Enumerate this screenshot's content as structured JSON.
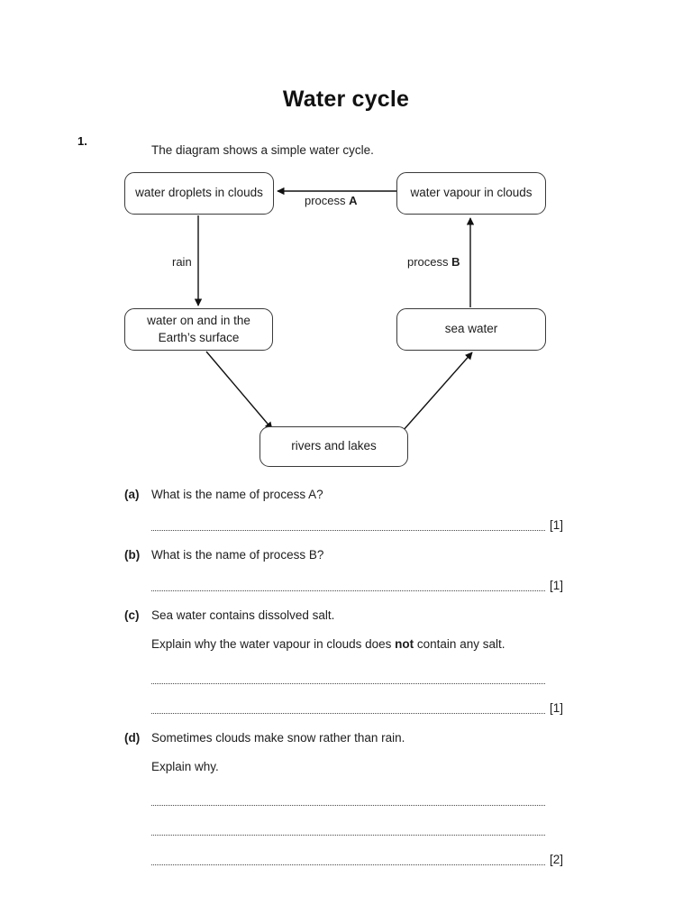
{
  "document": {
    "title": "Water cycle",
    "question_number": "1.",
    "intro": "The diagram shows a simple water cycle."
  },
  "diagram": {
    "nodes": [
      {
        "id": "droplets",
        "label": "water droplets in clouds"
      },
      {
        "id": "vapour",
        "label": "water vapour in clouds"
      },
      {
        "id": "surface",
        "label": "water on and in the Earth’s surface"
      },
      {
        "id": "sea",
        "label": "sea water"
      },
      {
        "id": "rivers",
        "label": "rivers and lakes"
      }
    ],
    "edges": [
      {
        "id": "process-a",
        "label_plain": "process ",
        "label_bold": "A",
        "from": "vapour",
        "to": "droplets",
        "direction": "left"
      },
      {
        "id": "rain",
        "label_plain": "rain",
        "label_bold": "",
        "from": "droplets",
        "to": "surface",
        "direction": "down"
      },
      {
        "id": "process-b",
        "label_plain": "process ",
        "label_bold": "B",
        "from": "sea",
        "to": "vapour",
        "direction": "up"
      },
      {
        "id": "surface-to-rivers",
        "label_plain": "",
        "label_bold": "",
        "from": "surface",
        "to": "rivers",
        "direction": "diagonal-down-right"
      },
      {
        "id": "rivers-to-sea",
        "label_plain": "",
        "label_bold": "",
        "from": "rivers",
        "to": "sea",
        "direction": "diagonal-up-right"
      }
    ]
  },
  "parts": {
    "a": {
      "letter": "(a)",
      "text": "What is the name of process A?",
      "marks": "[1]"
    },
    "b": {
      "letter": "(b)",
      "text": "What is the name of process B?",
      "marks": "[1]"
    },
    "c": {
      "letter": "(c)",
      "text": "Sea water contains dissolved salt.",
      "sub_before": "Explain why the water vapour in clouds does ",
      "sub_bold": "not",
      "sub_after": " contain any salt.",
      "marks": "[1]"
    },
    "d": {
      "letter": "(d)",
      "text": "Sometimes clouds make snow rather than rain.",
      "sub": "Explain why.",
      "marks": "[2]"
    }
  }
}
